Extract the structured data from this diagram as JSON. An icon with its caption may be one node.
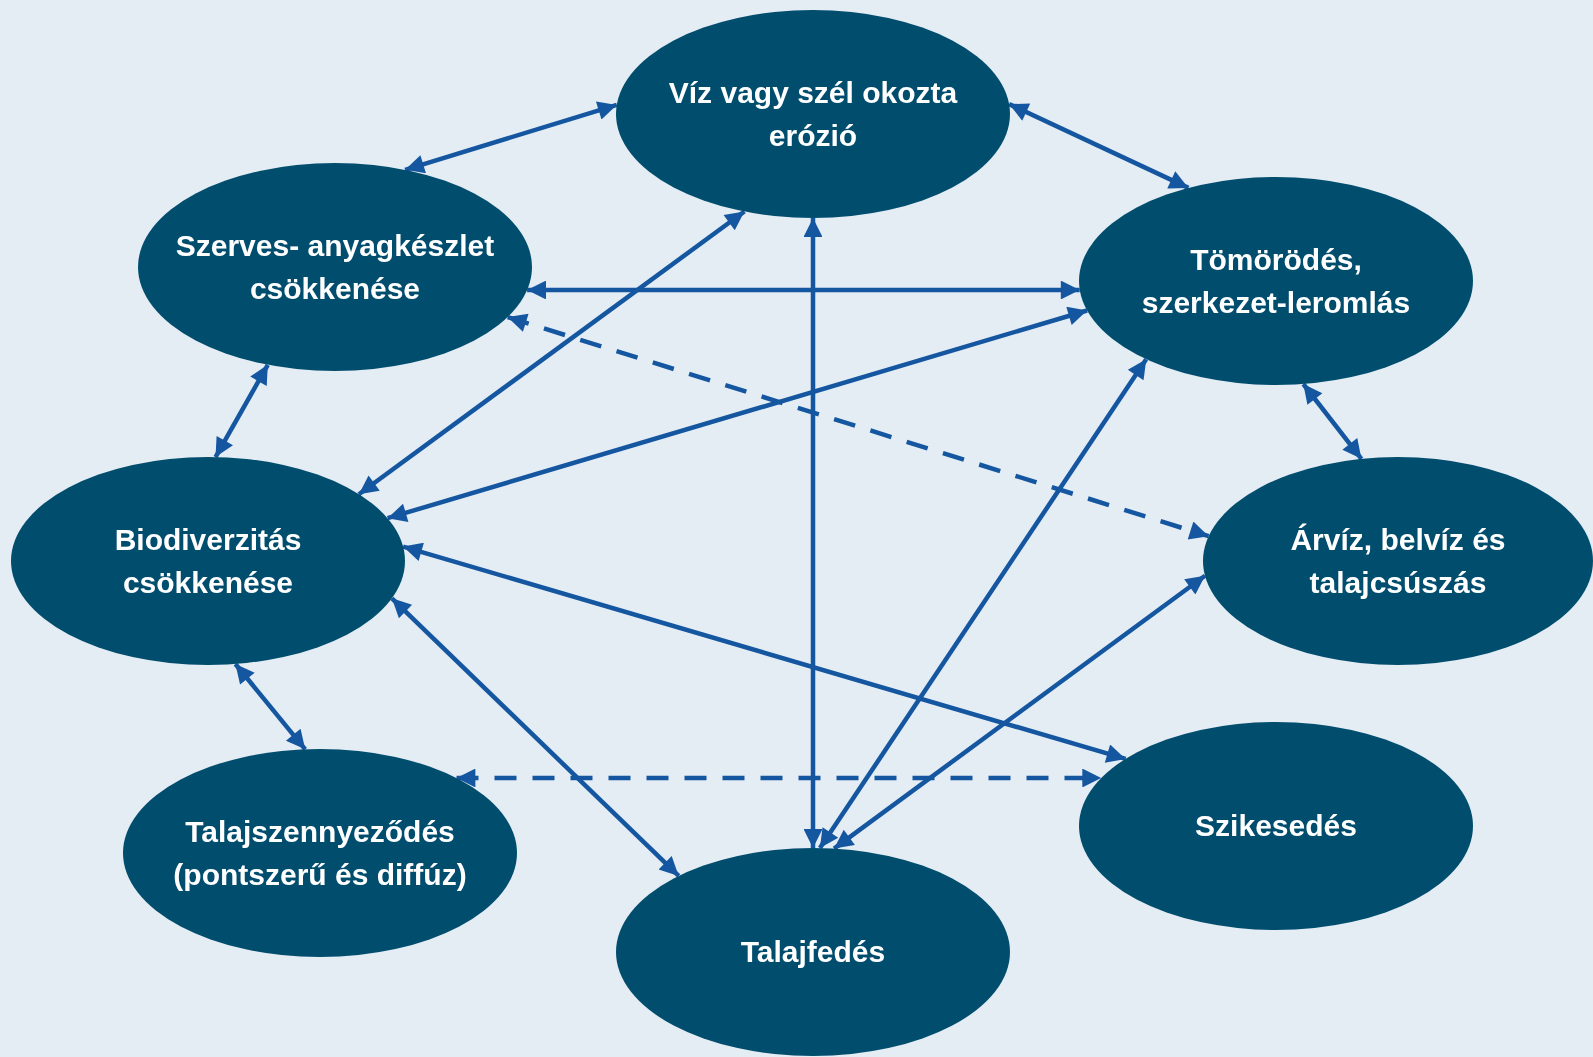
{
  "diagram": {
    "nodes": [
      {
        "text": [
          "Víz vagy szél okozta erózió"
        ]
      },
      {
        "text": [
          "Szerves- anyagkészlet csökkenése"
        ]
      },
      {
        "text": [
          "Tömörödés, szerkezet-leromlás"
        ]
      },
      {
        "text": [
          "Biodiverzitás csökkenése"
        ]
      },
      {
        "text": [
          "Árvíz, belvíz és talajcsúszás"
        ]
      },
      {
        "text": [
          "Talajszennyeződés (pontszerű és diffúz)"
        ]
      },
      {
        "text": [
          "Szikesedés"
        ]
      },
      {
        "text": [
          "Talajfedés"
        ]
      }
    ],
    "edges": [
      {
        "from": 1,
        "to": 0,
        "arrow": "both"
      },
      {
        "from": 0,
        "to": 2,
        "arrow": "both"
      },
      {
        "from": 1,
        "to": 2,
        "arrow": "both"
      },
      {
        "from": 1,
        "to": 4,
        "arrow": "both",
        "style": "dashed"
      },
      {
        "from": 3,
        "to": 0,
        "arrow": "both"
      },
      {
        "from": 3,
        "to": 2,
        "arrow": "both"
      },
      {
        "from": 0,
        "to": 7,
        "arrow": "both"
      },
      {
        "from": 1,
        "to": 3,
        "arrow": "both"
      },
      {
        "from": 2,
        "to": 4,
        "arrow": "both"
      },
      {
        "from": 3,
        "to": 6,
        "arrow": "both"
      },
      {
        "from": 3,
        "to": 7,
        "arrow": "both"
      },
      {
        "from": 7,
        "to": 2,
        "arrow": "both"
      },
      {
        "from": 7,
        "to": 4,
        "arrow": "both"
      },
      {
        "from": 5,
        "to": 6,
        "arrow": "both",
        "style": "dashed"
      },
      {
        "from": 3,
        "to": 5,
        "arrow": "both"
      }
    ]
  }
}
